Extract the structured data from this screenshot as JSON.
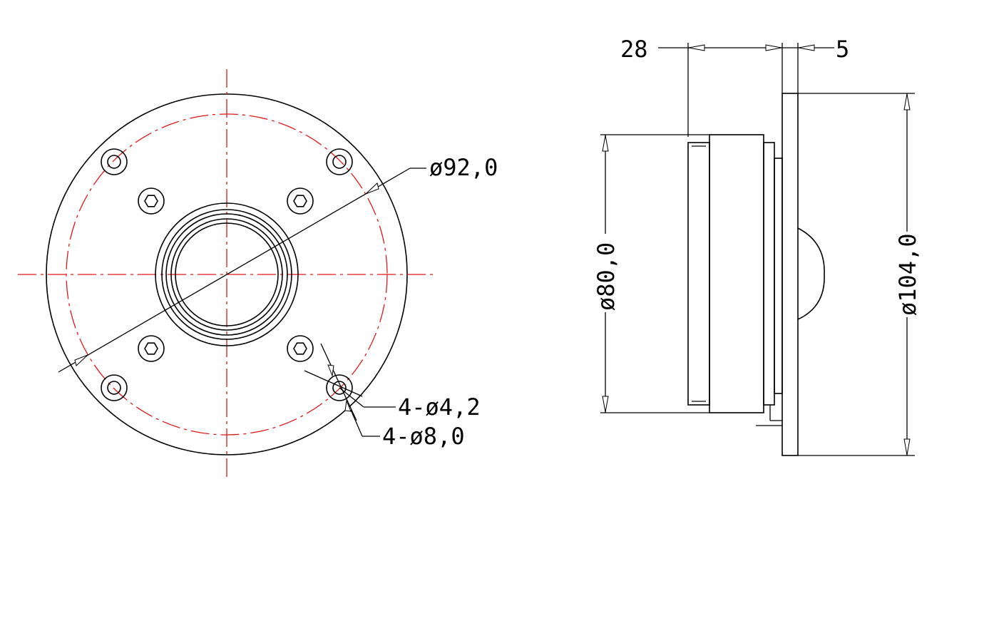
{
  "front_view": {
    "bolt_circle_dim": "ø92,0",
    "hole_small_dim": "4-ø4,2",
    "hole_large_dim": "4-ø8,0"
  },
  "side_view": {
    "depth_dim": "28",
    "flange_dim": "5",
    "body_diameter_dim": "ø80,0",
    "flange_diameter_dim": "ø104,0"
  },
  "colors": {
    "line": "#000000",
    "centerline": "#e01818",
    "background": "#ffffff"
  }
}
